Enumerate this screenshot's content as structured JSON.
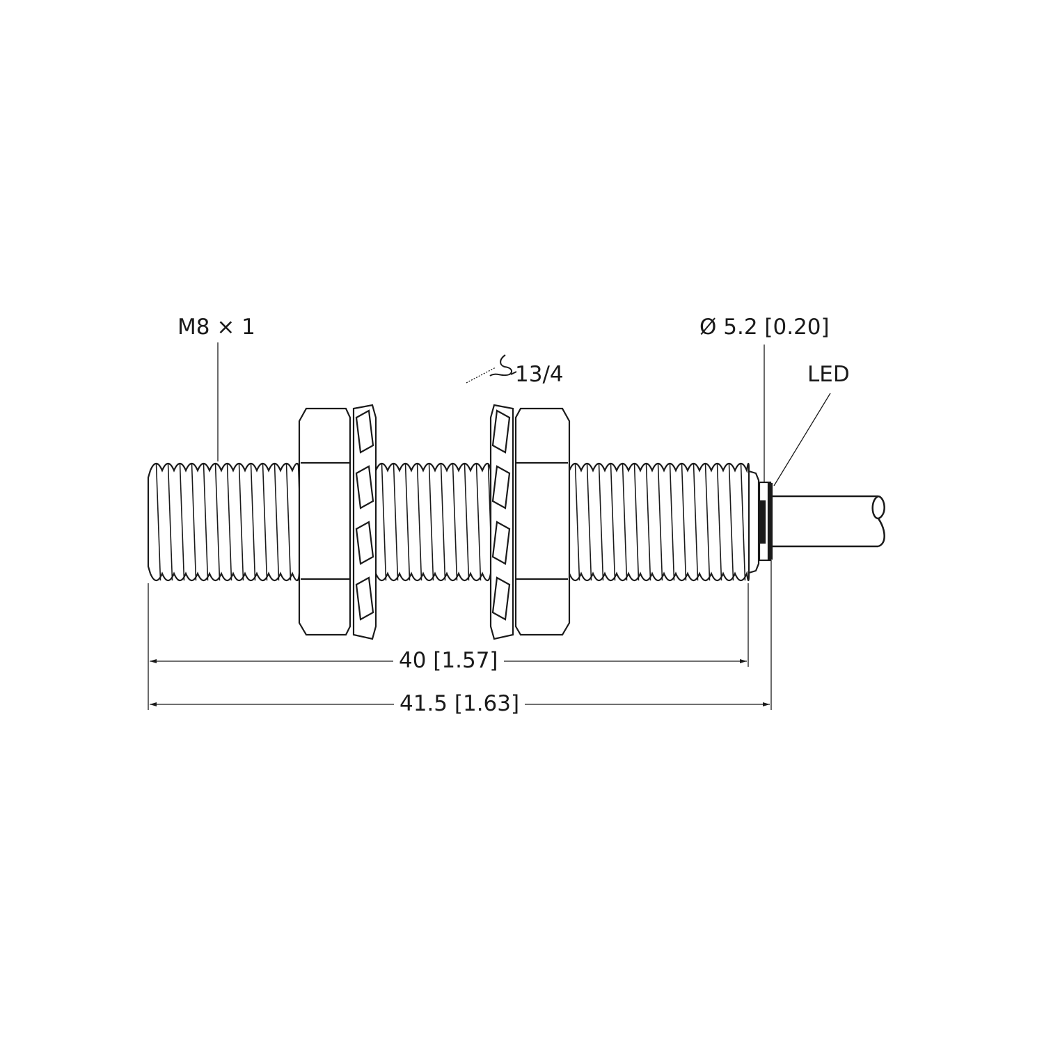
{
  "drawing": {
    "thread_label": "M8 × 1",
    "wrench_size_label": "13/4",
    "cable_diameter_label": "Ø 5.2 [0.20]",
    "led_label": "LED",
    "length_40_label": "40 [1.57]",
    "length_41_5_label": "41.5 [1.63]"
  },
  "colors": {
    "line": "#1a1a1a",
    "background": "#ffffff"
  }
}
